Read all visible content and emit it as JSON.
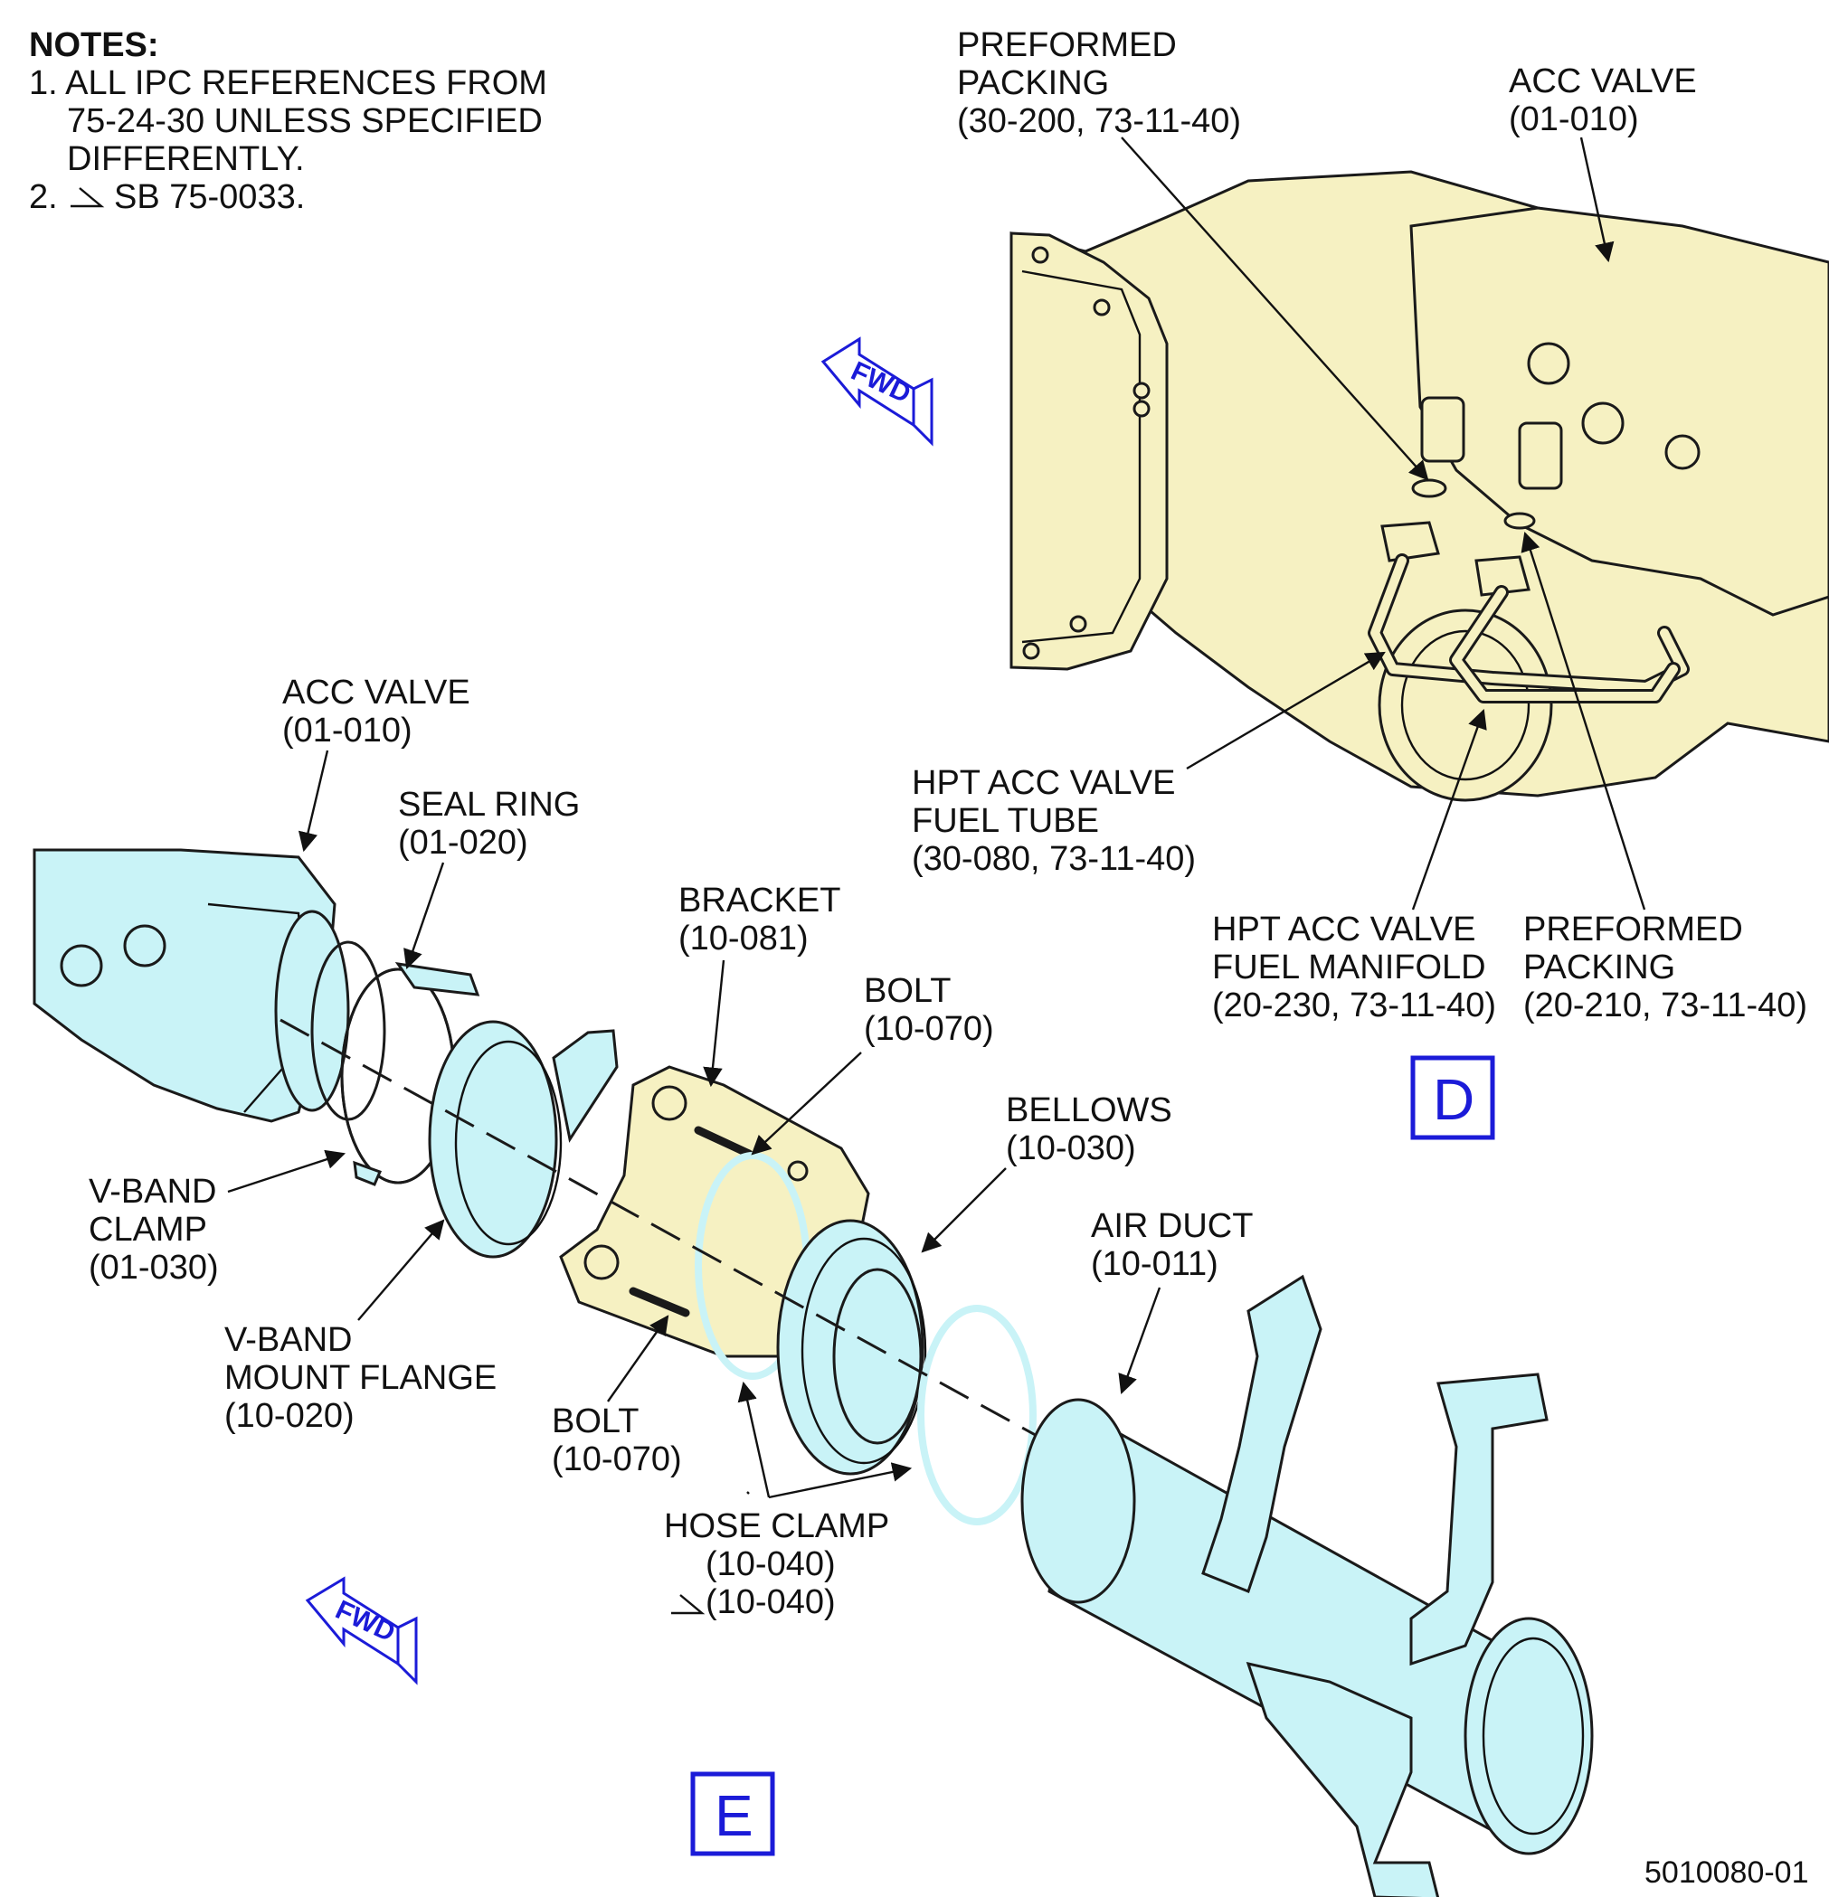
{
  "notes": {
    "heading": "NOTES:",
    "line1": "1. ALL IPC REFERENCES FROM",
    "line2": "75-24-30 UNLESS SPECIFIED",
    "line3": "DIFFERENTLY.",
    "line4": "2.",
    "line4b": "SB 75-0033."
  },
  "view_d": {
    "tag": "D",
    "fwd": "FWD",
    "labels": {
      "preformed_packing_top": [
        "PREFORMED",
        "PACKING",
        "(30-200, 73-11-40)"
      ],
      "acc_valve": [
        "ACC VALVE",
        "(01-010)"
      ],
      "fuel_tube": [
        "HPT ACC VALVE",
        "FUEL TUBE",
        "(30-080, 73-11-40)"
      ],
      "fuel_manifold": [
        "HPT ACC VALVE",
        "FUEL MANIFOLD",
        "(20-230, 73-11-40)"
      ],
      "preformed_packing_bottom": [
        "PREFORMED",
        "PACKING",
        "(20-210, 73-11-40)"
      ]
    }
  },
  "view_e": {
    "tag": "E",
    "fwd": "FWD",
    "labels": {
      "acc_valve": [
        "ACC VALVE",
        "(01-010)"
      ],
      "seal_ring": [
        "SEAL RING",
        "(01-020)"
      ],
      "bracket": [
        "BRACKET",
        "(10-081)"
      ],
      "bolt_top": [
        "BOLT",
        "(10-070)"
      ],
      "bellows": [
        "BELLOWS",
        "(10-030)"
      ],
      "air_duct": [
        "AIR DUCT",
        "(10-011)"
      ],
      "v_band_clamp": [
        "V-BAND",
        "CLAMP",
        "(01-030)"
      ],
      "v_band_mount_flange": [
        "V-BAND",
        "MOUNT FLANGE",
        "(10-020)"
      ],
      "bolt_bottom": [
        "BOLT",
        "(10-070)"
      ],
      "hose_clamp": [
        "HOSE CLAMP",
        "(10-040)",
        "(10-040)"
      ]
    }
  },
  "figure_id": "5010080-01",
  "colors": {
    "view_d_fill": "#f6f1c2",
    "view_e_fill": "#c9f3f7",
    "bracket_fill": "#f6f1c2",
    "fwd_blue": "#1b1bd8",
    "line": "#111111"
  }
}
